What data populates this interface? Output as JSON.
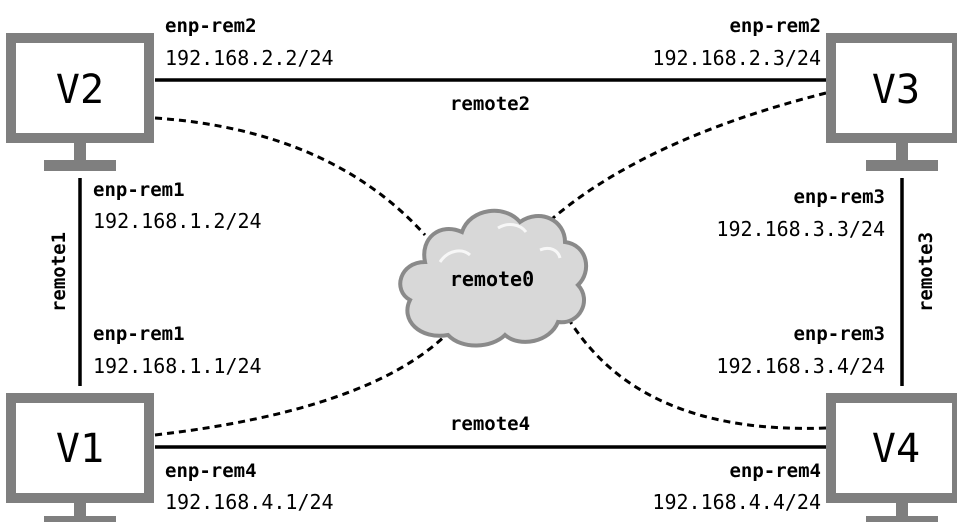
{
  "machines": {
    "v1": "V1",
    "v2": "V2",
    "v3": "V3",
    "v4": "V4"
  },
  "cloud_label": "remote0",
  "links": {
    "remote1": "remote1",
    "remote2": "remote2",
    "remote3": "remote3",
    "remote4": "remote4"
  },
  "interfaces": {
    "v2_top": {
      "name": "enp-rem2",
      "ip": "192.168.2.2/24"
    },
    "v3_top": {
      "name": "enp-rem2",
      "ip": "192.168.2.3/24"
    },
    "v2_side": {
      "name": "enp-rem1",
      "ip": "192.168.1.2/24"
    },
    "v1_side": {
      "name": "enp-rem1",
      "ip": "192.168.1.1/24"
    },
    "v3_side": {
      "name": "enp-rem3",
      "ip": "192.168.3.3/24"
    },
    "v4_side": {
      "name": "enp-rem3",
      "ip": "192.168.3.4/24"
    },
    "v1_bottom": {
      "name": "enp-rem4",
      "ip": "192.168.4.1/24"
    },
    "v4_bottom": {
      "name": "enp-rem4",
      "ip": "192.168.4.4/24"
    }
  },
  "colors": {
    "monitor": "#7f7f7f",
    "cloud_fill": "#d8d8d8",
    "cloud_stroke": "#8a8a8a",
    "line": "#000000"
  }
}
